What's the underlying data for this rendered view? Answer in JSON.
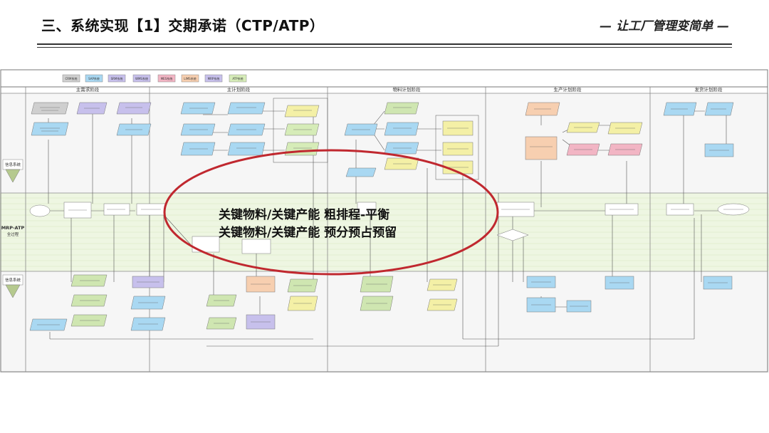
{
  "header": {
    "title": "三、系统实现【1】交期承诺（CTP/ATP）",
    "slogan": "— 让工厂管理变简单 —"
  },
  "legend": [
    "CRM系统",
    "SAP系统",
    "SRM系统",
    "WMS系统",
    "MES系统",
    "LIMS系统",
    "MRP系统",
    "ATP系统"
  ],
  "colors": {
    "crm": "#d0d0d0",
    "sap": "#a9d8f2",
    "srm": "#c7c0ec",
    "wms": "#c7c0ec",
    "mes": "#f2b5c4",
    "lims": "#f7cfb0",
    "mrp": "#c7c0ec",
    "atp": "#d6ecb8",
    "gray": "#cfcfcf",
    "yellow": "#f4f0a6",
    "green": "#cfe6b1",
    "band": "#eef6e2",
    "ellipse": "#c0282f"
  },
  "phases": [
    "主需求阶段",
    "主计划阶段",
    "物料计划阶段",
    "生产计划阶段",
    "发货计划阶段"
  ],
  "lanes": [
    "信息\n系统",
    "MRP-ATP\n全过程",
    "信息\n系统"
  ],
  "overlay": {
    "line1": "关键物料/关键产能 粗排程-平衡",
    "line2": "关键物料/关键产能 预分预占预留"
  }
}
